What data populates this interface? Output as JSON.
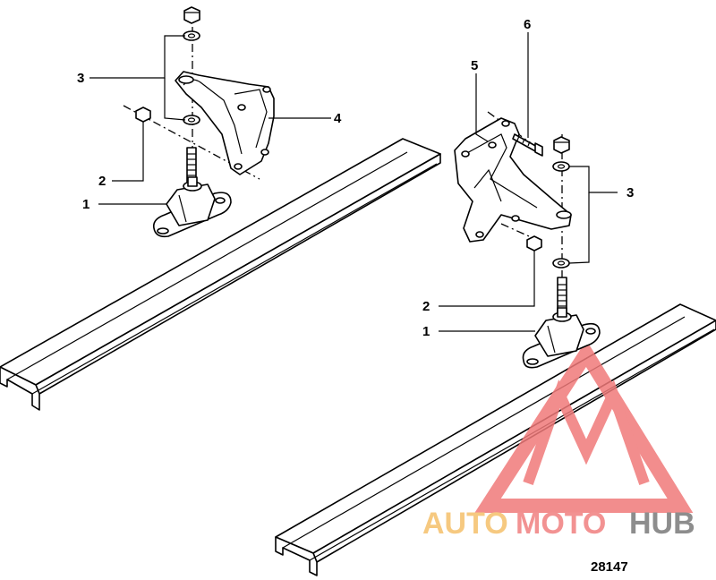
{
  "figure_number": "28147",
  "callouts": {
    "left_1": "1",
    "left_2": "2",
    "left_3": "3",
    "left_4": "4",
    "right_5": "5",
    "right_6": "6",
    "right_3": "3",
    "right_2": "2",
    "right_1": "1"
  },
  "watermark": {
    "part1": "AUTO",
    "part2": "MOTO",
    "part3": "HUB",
    "color_auto": "#f5c06b",
    "color_moto": "#f08080",
    "color_hub": "#7a7a7a",
    "logo_color": "#f07a7a"
  }
}
